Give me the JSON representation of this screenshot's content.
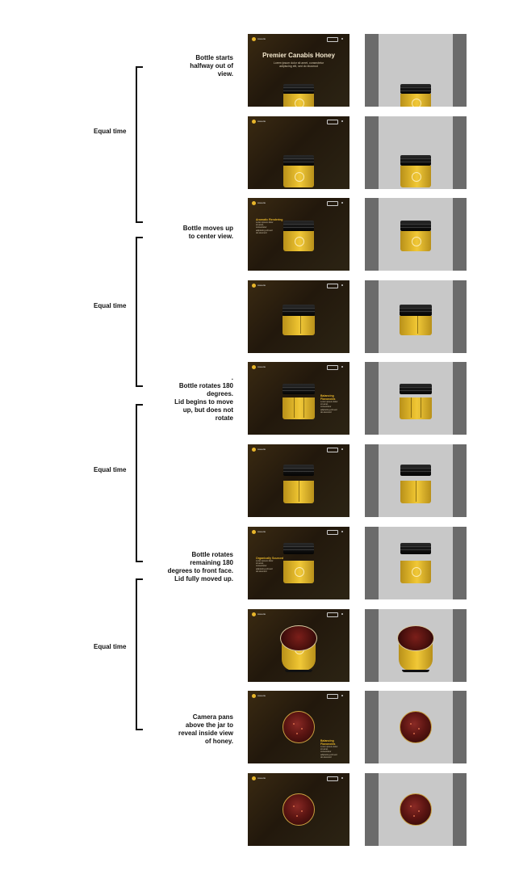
{
  "brackets": [
    {
      "label": "Equal time"
    },
    {
      "label": "Equal time"
    },
    {
      "label": "Equal time"
    },
    {
      "label": "Equal time"
    }
  ],
  "notes": [
    "Bottle starts\nhalfway out of\nview.",
    "Bottle moves up\nto center view.",
    ".\nBottle rotates 180\ndegrees.\nLid  begins to move\nup, but does not\nrotate",
    "Bottle rotates\nremaining 180\ndegrees to front face.\nLid fully moved up.",
    "Camera pans\nabove the jar to\nreveal inside view\nof honey."
  ],
  "frame1": {
    "title": "Premier Canabis Honey",
    "subtitle": "Lorem ipsum dolor sit amet, consectetur adipiscing elit, sed do eiusmod"
  },
  "callouts": {
    "c3": {
      "title": "Aromatic Rendering",
      "body": "Lorem ipsum dolor sit amet, consectetur adipiscing elit sed do eiusmod"
    },
    "c5": {
      "title": "Balancing Flavonoids",
      "body": "Lorem ipsum dolor sit amet, consectetur adipiscing elit sed do eiusmod"
    },
    "c7": {
      "title": "Organically Sourced",
      "body": "Lorem ipsum dolor sit amet, consectetur adipiscing elit sed do eiusmod"
    },
    "c9": {
      "title": "Balancing Flavonoids",
      "body": "Lorem ipsum dolor sit amet, consectetur adipiscing elit sed do eiusmod"
    }
  },
  "brand": {
    "logo_text": "sweetie"
  },
  "colors": {
    "accent": "#e7b52b",
    "frame_bg": "#2a1e0e",
    "ref_bg": "#c8c8c8",
    "ref_band": "#6b6b6b"
  }
}
